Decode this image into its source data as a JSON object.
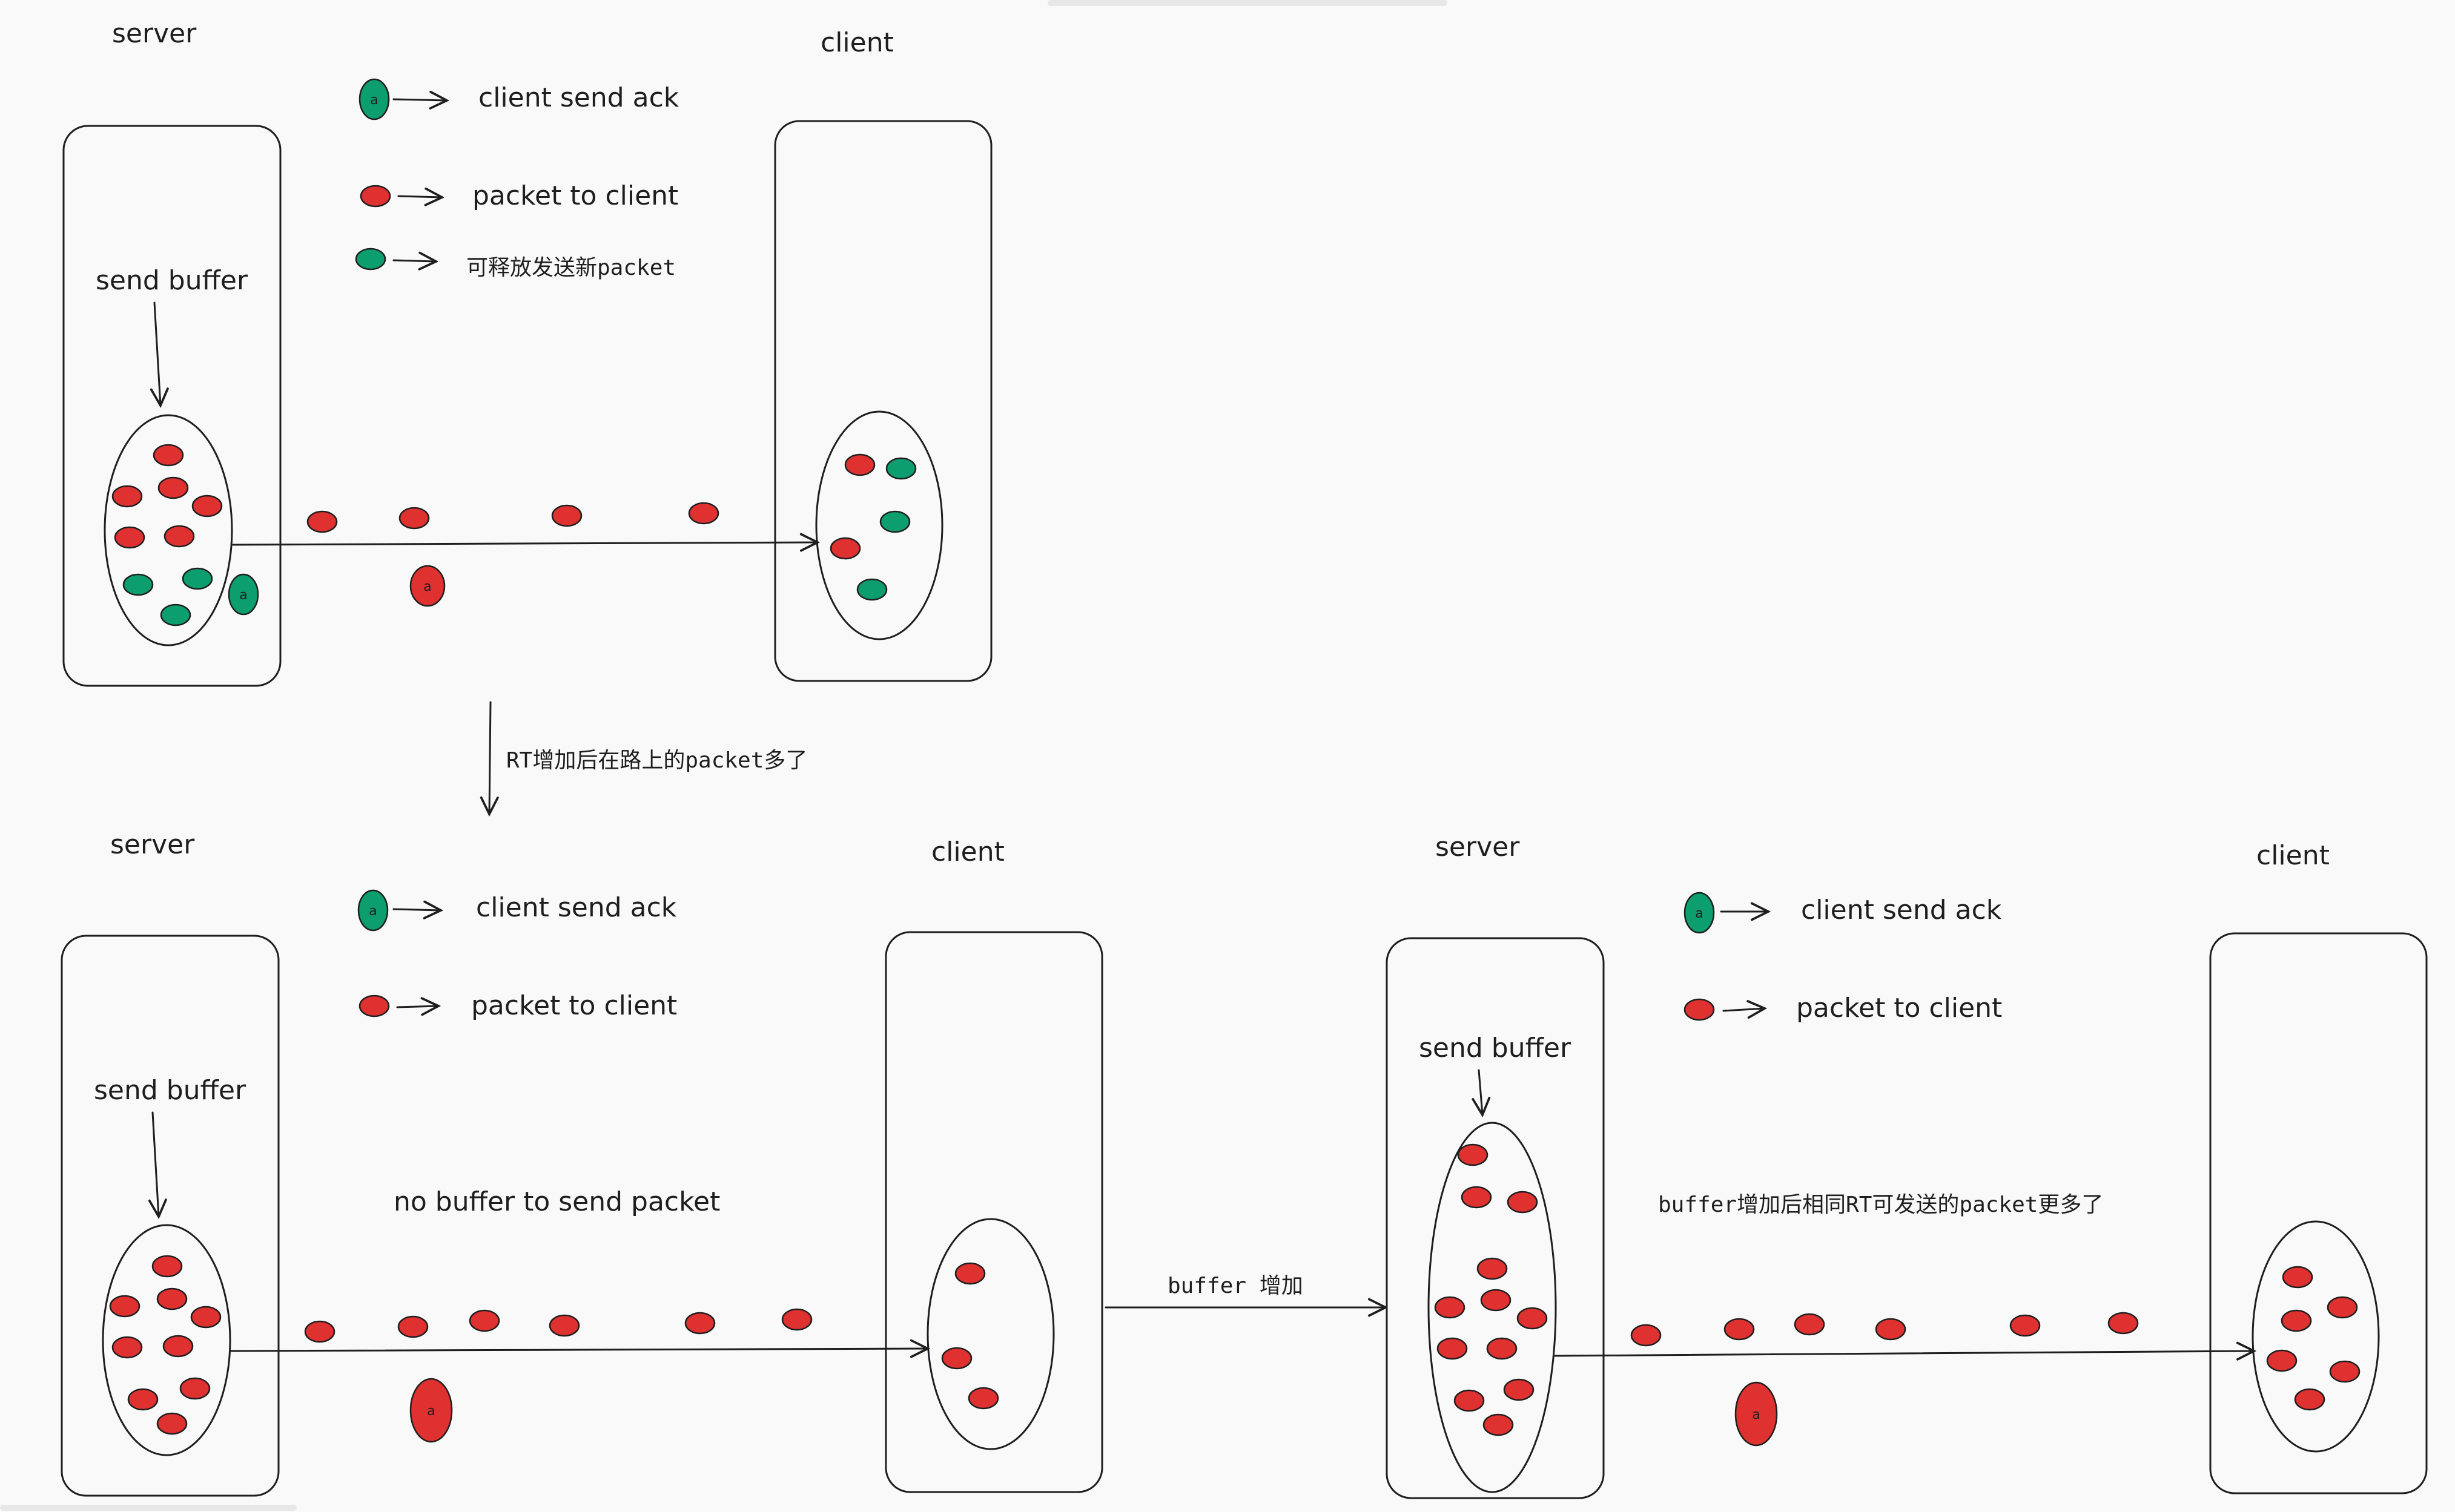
{
  "panel1": {
    "server_title": "server",
    "client_title": "client",
    "send_buffer_label": "send buffer",
    "legend": {
      "ack_label": "client send ack",
      "packet_label": "packet to client",
      "release_label": "可释放发送新packet"
    },
    "ack_glyph": "a"
  },
  "transition_down_label": "RT增加后在路上的packet多了",
  "panel2": {
    "server_title": "server",
    "client_title": "client",
    "send_buffer_label": "send buffer",
    "legend": {
      "ack_label": "client send ack",
      "packet_label": "packet to client"
    },
    "no_buffer_label": "no buffer to send packet",
    "ack_glyph": "a"
  },
  "transition_right_label": "buffer 增加",
  "panel3": {
    "server_title": "server",
    "client_title": "client",
    "send_buffer_label": "send buffer",
    "legend": {
      "ack_label": "client send ack",
      "packet_label": "packet to client"
    },
    "note_label": "buffer增加后相同RT可发送的packet更多了",
    "ack_glyph": "a"
  },
  "colors": {
    "packet": "#e03131",
    "ack": "#0c9e6e",
    "stroke": "#1e1e1e",
    "background": "#f9f9f9"
  }
}
